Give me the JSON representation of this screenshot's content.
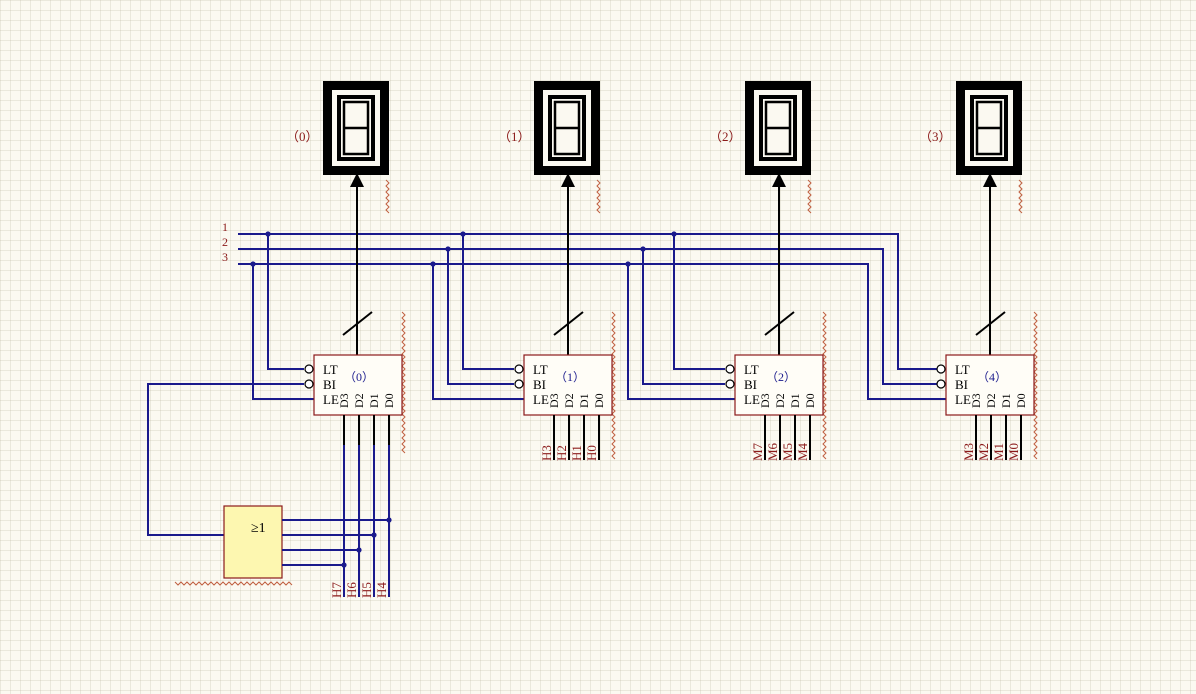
{
  "displays": [
    {
      "label": "（0）"
    },
    {
      "label": "（1）"
    },
    {
      "label": "（2）"
    },
    {
      "label": "（3）"
    }
  ],
  "control_lines": [
    "1",
    "2",
    "3"
  ],
  "decoders": [
    {
      "id": "（0）",
      "pins_left": [
        "LT",
        "BI",
        "LE"
      ],
      "data_pins": [
        "D3",
        "D2",
        "D1",
        "D0"
      ],
      "inputs": [
        "H7",
        "H6",
        "H5",
        "H4"
      ]
    },
    {
      "id": "（1）",
      "pins_left": [
        "LT",
        "BI",
        "LE"
      ],
      "data_pins": [
        "D3",
        "D2",
        "D1",
        "D0"
      ],
      "inputs": [
        "H3",
        "H2",
        "H1",
        "H0"
      ]
    },
    {
      "id": "（2）",
      "pins_left": [
        "LT",
        "BI",
        "LE"
      ],
      "data_pins": [
        "D3",
        "D2",
        "D1",
        "D0"
      ],
      "inputs": [
        "M7",
        "M6",
        "M5",
        "M4"
      ]
    },
    {
      "id": "（4）",
      "pins_left": [
        "LT",
        "BI",
        "LE"
      ],
      "data_pins": [
        "D3",
        "D2",
        "D1",
        "D0"
      ],
      "inputs": [
        "M3",
        "M2",
        "M1",
        "M0"
      ]
    }
  ],
  "or_gate": {
    "label": "≥1"
  },
  "colors": {
    "wire": "#1a1a8c",
    "label": "#8b1a1a",
    "background": "#fbf9f1",
    "gate_fill": "#fdf7b0"
  }
}
